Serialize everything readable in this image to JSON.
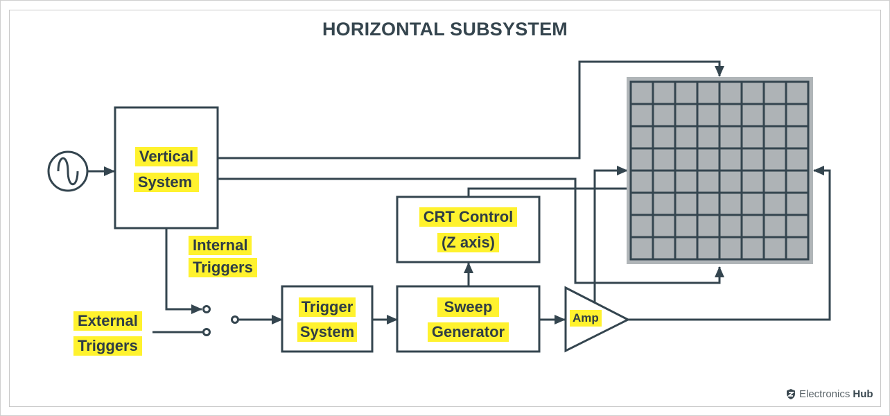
{
  "title": "HORIZONTAL SUBSYSTEM",
  "colors": {
    "line": "#34454f",
    "highlight": "#fff22e",
    "screen_bezel": "#b0b5b8",
    "screen_fill": "#aeb3b6",
    "frame": "#cccccc"
  },
  "blocks": {
    "vertical_system": [
      "Vertical",
      "System"
    ],
    "crt_control": [
      "CRT Control",
      "(Z axis)"
    ],
    "trigger_system": [
      "Trigger",
      "System"
    ],
    "sweep_generator": [
      "Sweep",
      "Generator"
    ],
    "amp": "Amp"
  },
  "labels": {
    "internal_triggers": [
      "Internal",
      "Triggers"
    ],
    "external_triggers": [
      "External",
      "Triggers"
    ]
  },
  "icons": {
    "signal_source": "ac-sine-source-icon",
    "switch": "spdt-switch-icon",
    "display": "crt-screen-grid-icon",
    "logo": "shield-logo-icon"
  },
  "screen_grid": {
    "rows": 8,
    "cols": 8
  },
  "logo": {
    "name_light": "Electronics",
    "name_bold": "Hub"
  }
}
